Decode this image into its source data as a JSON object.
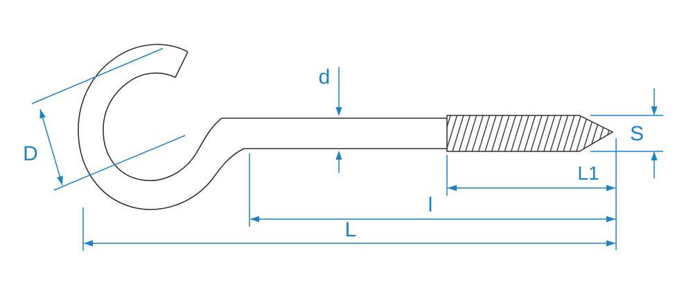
{
  "diagram": {
    "type": "technical-dimension-drawing",
    "subject": "screw hook (cup hook with wood screw thread)",
    "labels": {
      "hook_diameter": "D",
      "shank_diameter": "d",
      "thread_diameter": "S",
      "thread_length": "L1",
      "inner_length": "l",
      "total_length": "L"
    },
    "colors": {
      "dimension": "#1b82c8",
      "outline": "#2f2f2f",
      "background": "#ffffff"
    }
  }
}
